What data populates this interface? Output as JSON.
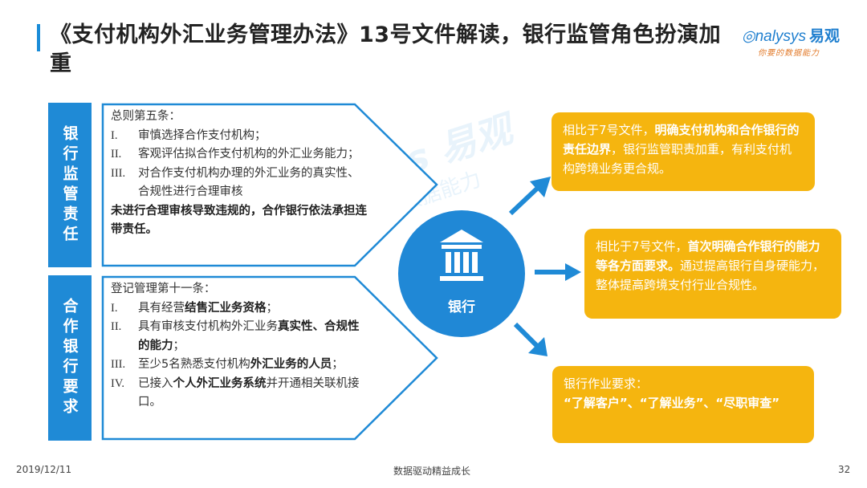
{
  "title": "《支付机构外汇业务管理办法》13号文件解读，银行监管角色扮演加重",
  "logo": {
    "brand_en": "nalysys",
    "brand_cn": "易观",
    "slogan": "你要的数据能力"
  },
  "watermark": {
    "main": "nalysys 易观",
    "sub": "你要的数据能力"
  },
  "sections": [
    {
      "label": "银行监管责任",
      "heading": "总则第五条：",
      "items": [
        {
          "num": "I.",
          "text": "审慎选择合作支付机构；"
        },
        {
          "num": "II.",
          "text": "客观评估拟合作支付机构的外汇业务能力；"
        },
        {
          "num": "III.",
          "text": "对合作支付机构办理的外汇业务的真实性、合规性进行合理审核"
        }
      ],
      "conclusion": "未进行合理审核导致违规的，合作银行依法承担连带责任。"
    },
    {
      "label": "合作银行要求",
      "heading": "登记管理第十一条：",
      "items": [
        {
          "num": "I.",
          "pre": "具有经营",
          "bold": "结售汇业务资格",
          "post": "；"
        },
        {
          "num": "II.",
          "pre": "具有审核支付机构外汇业务",
          "bold": "真实性、合规性的能力",
          "post": "；"
        },
        {
          "num": "III.",
          "pre": "至少5名熟悉支付机构",
          "bold": "外汇业务的人员",
          "post": "；"
        },
        {
          "num": "IV.",
          "pre": "已接入",
          "bold": "个人外汇业务系统",
          "post": "并开通相关联机接口。"
        }
      ]
    }
  ],
  "center": {
    "label": "银行",
    "icon": "bank-icon"
  },
  "notes": [
    {
      "pre": "相比于7号文件，",
      "bold": "明确支付机构和合作银行的责任边界",
      "post": "，银行监管职责加重，有利支付机构跨境业务更合规。"
    },
    {
      "pre": "相比于7号文件，",
      "bold": "首次明确合作银行的能力等各方面要求。",
      "post": "通过提高银行自身硬能力，整体提高跨境支付行业合规性。"
    },
    {
      "pre": "银行作业要求：",
      "bold": "“了解客户”、“了解业务”、“尽职审查”",
      "post": ""
    }
  ],
  "footer": {
    "date": "2019/12/11",
    "slogan": "数据驱动精益成长",
    "page": "32"
  },
  "colors": {
    "accent_blue": "#1f8ad6",
    "note_orange": "#f5b50f"
  }
}
